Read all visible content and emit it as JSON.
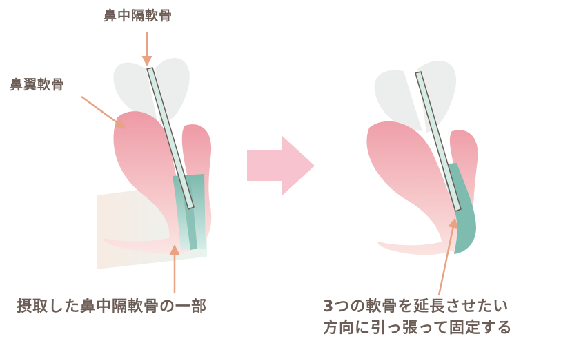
{
  "labels": {
    "septum": "鼻中隔軟骨",
    "alar": "鼻翼軟骨",
    "harvested": "摂取した鼻中隔軟骨の一部",
    "result_line1": "3つの軟骨を延長させたい",
    "result_line2": "方向に引っ張って固定する"
  },
  "colors": {
    "pink_top": "#ee9aa5",
    "pink_bottom": "#fbe3e0",
    "teal": "#7fbcb0",
    "teal_light": "#d5ebe6",
    "gray_lobe": "#eceeed",
    "arrow": "#e8a284",
    "big_arrow": "#f6c3cf",
    "text": "#6b5d55"
  }
}
